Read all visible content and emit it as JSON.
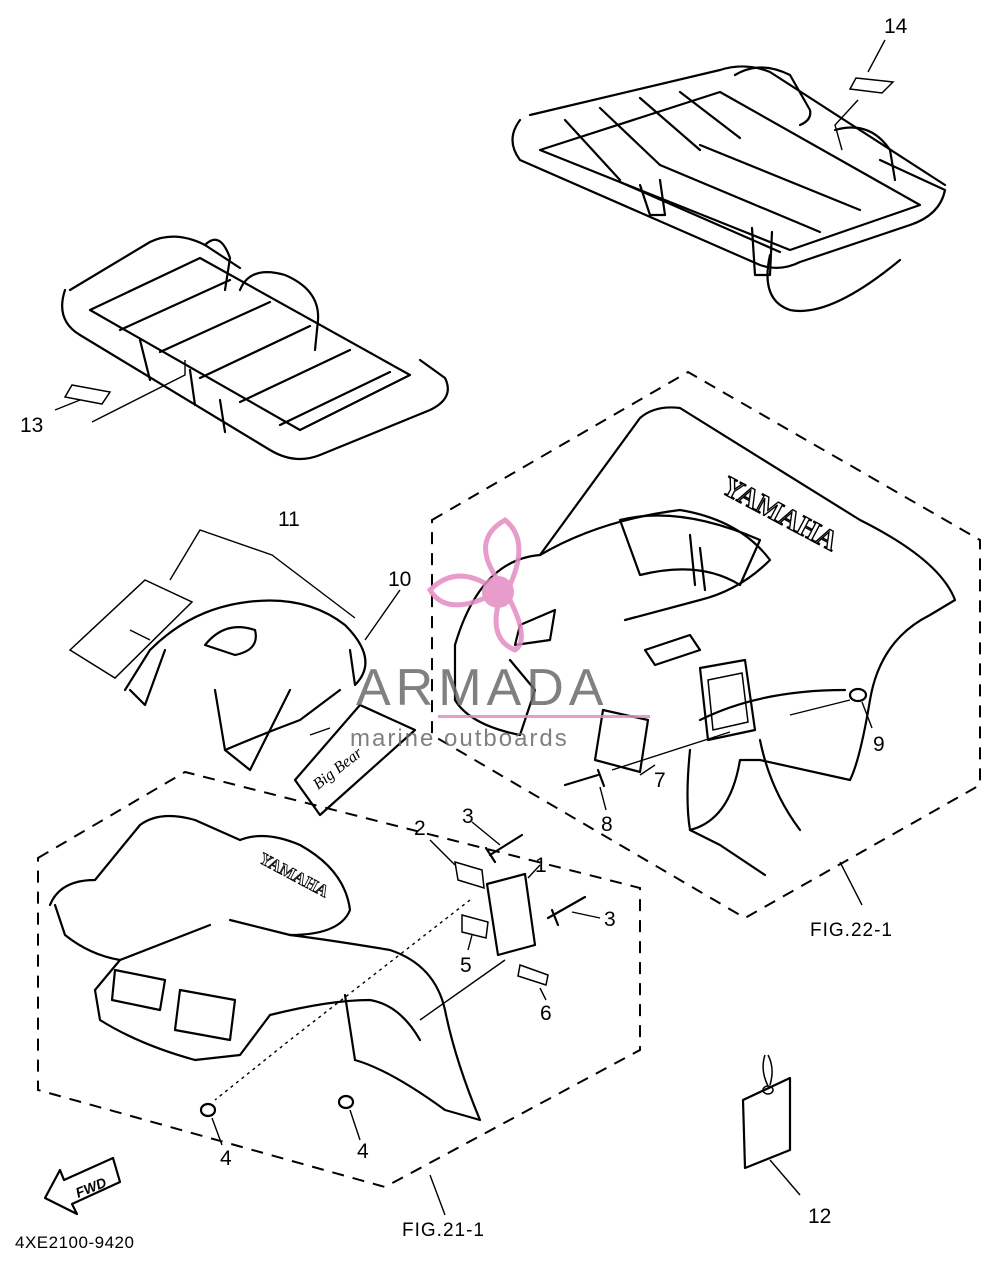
{
  "callouts": {
    "c1": "1",
    "c2": "2",
    "c3a": "3",
    "c3b": "3",
    "c4a": "4",
    "c4b": "4",
    "c5": "5",
    "c6": "6",
    "c7": "7",
    "c8": "8",
    "c9": "9",
    "c10": "10",
    "c11": "11",
    "c12": "12",
    "c13": "13",
    "c14": "14"
  },
  "figure_refs": {
    "rear": "FIG.22-1",
    "front": "FIG.21-1"
  },
  "diagram_code": "4XE2100-9420",
  "fwd_label": "FWD",
  "brand_on_fender": "YAMAHA",
  "brand_on_front": "YAMAHA",
  "decal_text": "Big Bear",
  "watermark": {
    "title": "ARMADA",
    "subtitle": "marine outboards",
    "color": "#e58bc4"
  },
  "colors": {
    "line": "#000000",
    "background": "#ffffff"
  }
}
